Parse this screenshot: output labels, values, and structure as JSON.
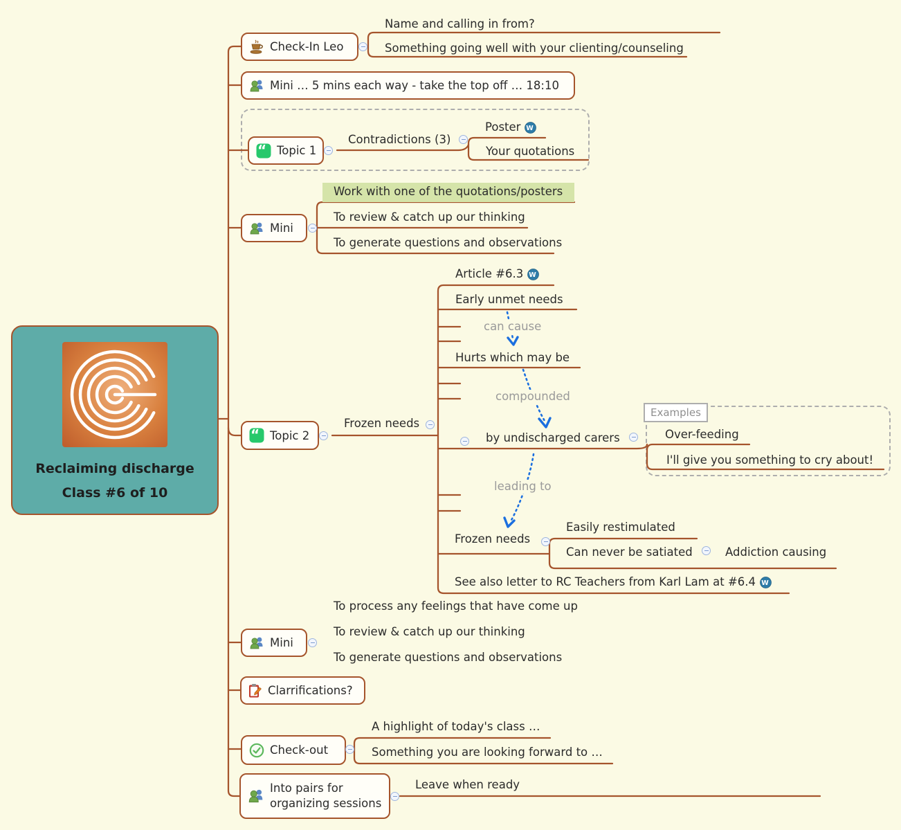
{
  "canvas": {
    "background": "#FBFAE4",
    "branch_color": "#A5542C",
    "text_color": "#2B2B2B",
    "relationship_color": "#1B6FDF",
    "highlight_color": "#D5E4A9",
    "node_fill": "#5EACA8",
    "wordpress_blue": "#2E7CA8"
  },
  "central": {
    "title_line1": "Reclaiming discharge",
    "title_line2": "Class #6 of 10",
    "image": "labyrinth-logo"
  },
  "check_in": {
    "label": "Check-In Leo",
    "icon": "coffee-cup-icon",
    "q1": "Name and calling in from?",
    "q2": "Something going well with your clienting/counseling"
  },
  "mini_intro": {
    "label": "Mini … 5 mins each way - take the top off … 18:10",
    "icon": "people-icon"
  },
  "topic1": {
    "label": "Topic 1",
    "icon": "quote-icon",
    "contradictions": "Contradictions (3)",
    "poster": "Poster",
    "your_quotations": "Your quotations"
  },
  "mini_quotes": {
    "label": "Mini",
    "icon": "people-icon",
    "items": [
      "Work with one of the quotations/posters",
      "To review & catch up our thinking",
      "To generate questions and observations"
    ]
  },
  "topic2": {
    "label": "Topic 2",
    "icon": "quote-icon",
    "frozen_needs": "Frozen needs",
    "article": "Article  #6.3",
    "early_unmet": "Early unmet needs",
    "rel_can_cause": "can cause",
    "hurts": "Hurts which may be",
    "rel_compounded": "compounded",
    "carers": "by undischarged carers",
    "examples_title": "Examples",
    "example1": "Over-feeding",
    "example2": "I'll give you something to cry about!",
    "rel_leading_to": "leading to",
    "frozen_needs2": "Frozen needs",
    "easily": "Easily restimulated",
    "satiated": "Can never be satiated",
    "addiction": "Addiction causing",
    "see_also": "See also letter to RC Teachers from Karl Lam at #6.4"
  },
  "mini_process": {
    "label": "Mini",
    "icon": "people-icon",
    "items": [
      "To process any feelings that have come up",
      "To review & catch up our thinking",
      "To generate questions and observations"
    ]
  },
  "clarifications": {
    "label": "Clarrifications?",
    "icon": "clipboard-pencil-icon"
  },
  "check_out": {
    "label": "Check-out",
    "icon": "check-circle-icon",
    "q1": "A highlight of today's class …",
    "q2": "Something you are looking forward to …"
  },
  "into_pairs": {
    "label_line1": "Into pairs for",
    "label_line2": "organizing sessions",
    "icon": "people-icon",
    "child": "Leave when ready"
  }
}
